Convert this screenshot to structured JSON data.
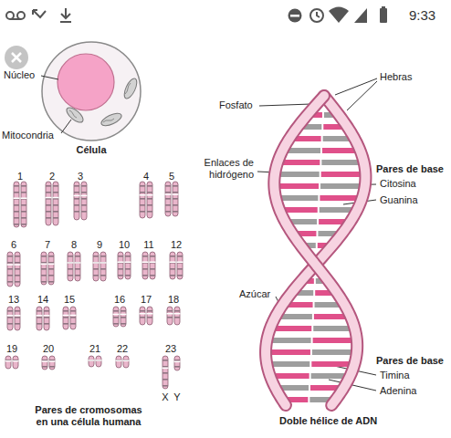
{
  "diagram": {
    "labels": [
      "9:33",
      "Núcleo",
      "Mitocondria",
      "Célula",
      "1",
      "2",
      "3",
      "4",
      "5",
      "6",
      "7",
      "8",
      "9",
      "10",
      "11",
      "12",
      "13",
      "14",
      "15",
      "16",
      "17",
      "18",
      "19",
      "20",
      "21",
      "22",
      "23",
      "X",
      "Y",
      "Pares de cromosomas en una célula humana",
      "Hebras",
      "Fosfato",
      "Enlaces de hidrógeno",
      "Pares de base",
      "Citosina",
      "Guanina",
      "Azúcar",
      "Pares de base",
      "Timina",
      "Adenina",
      "Doble hélice de ADN"
    ]
  }
}
